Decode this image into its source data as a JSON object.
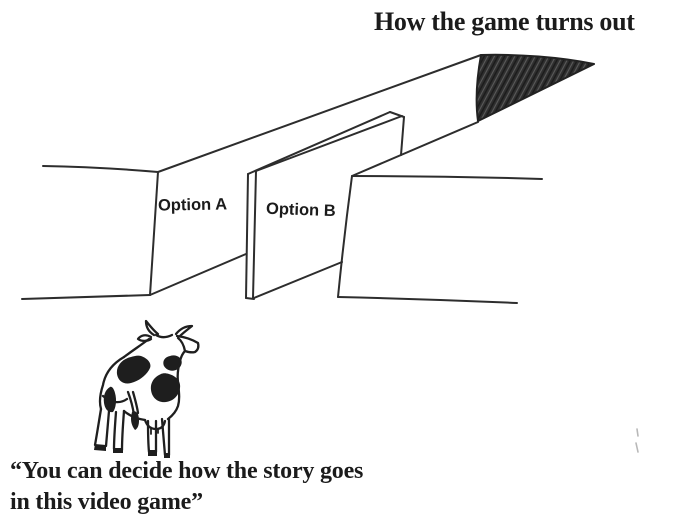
{
  "meme": {
    "title": "How the game turns out",
    "gates": {
      "option_a": "Option A",
      "option_b": "Option B"
    },
    "caption": {
      "line1": "“You can decide how the story goes",
      "line2": "in this video game”"
    },
    "figures": {
      "cow": "spotted-cow-viewed-from-behind",
      "corridor": "two-gate-chute-merging-into-single-path",
      "opening": "dark-hatched-corridor-end-opening",
      "smudge": "faint-smudge-mark"
    },
    "colors": {
      "background": "#ffffff",
      "ink": "#2d2d2d",
      "text": "#1b1b1b",
      "opening_fill": "#2f2f2f",
      "spot_fill": "#1e1e1e"
    }
  }
}
